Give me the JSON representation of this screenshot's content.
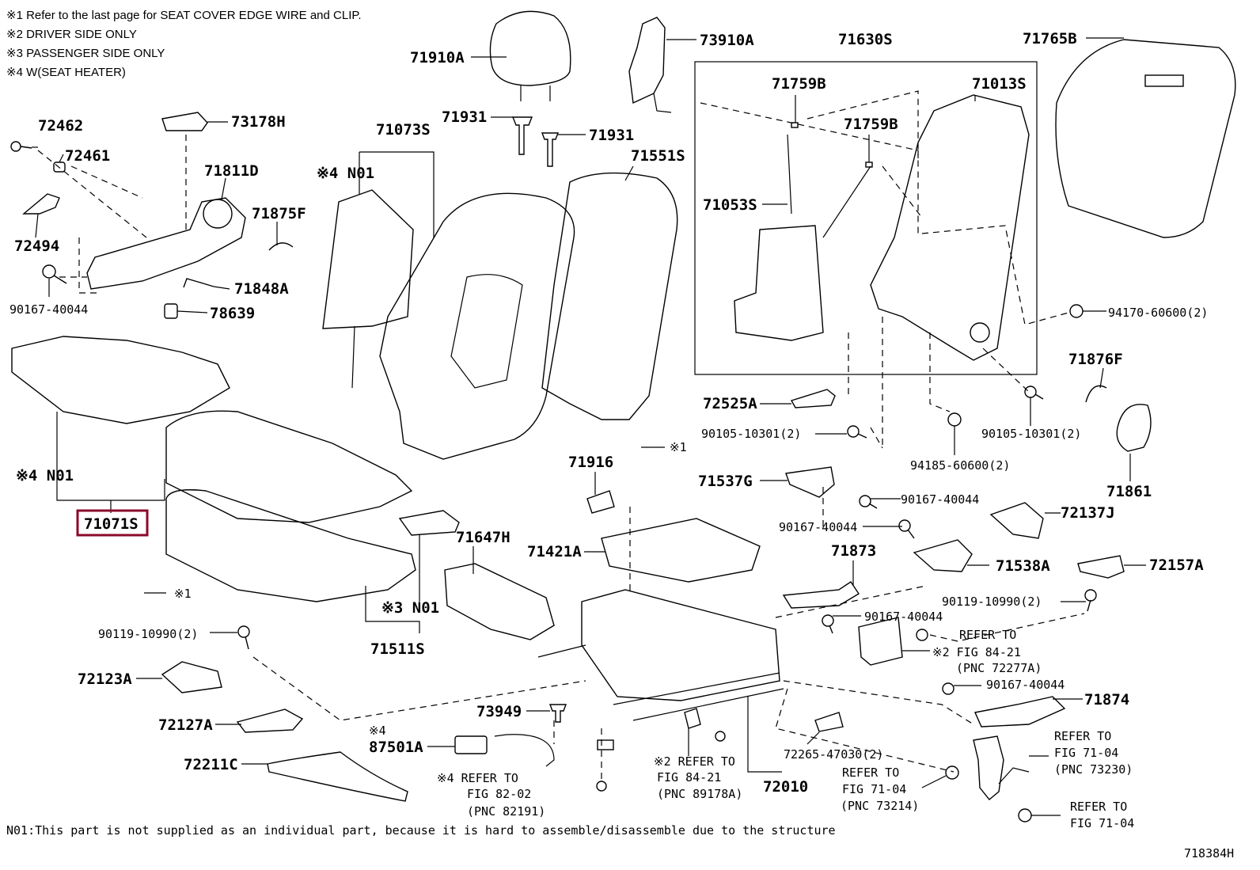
{
  "notes": [
    "※1  Refer to the last page for SEAT COVER EDGE WIRE and CLIP.",
    "※2  DRIVER SIDE ONLY",
    "※3  PASSENGER  SIDE ONLY",
    "※4  W(SEAT  HEATER)"
  ],
  "labels": {
    "p72462": "72462",
    "p72461": "72461",
    "p72494": "72494",
    "p90167a": "90167-40044",
    "p73178H": "73178H",
    "p71811D": "71811D",
    "p71875F": "71875F",
    "p71848A": "71848A",
    "p78639": "78639",
    "p71910A": "71910A",
    "p71931a": "71931",
    "p71931b": "71931",
    "p73910A": "73910A",
    "p71073S": "71073S",
    "n01a": "※4 N01",
    "p71551S": "71551S",
    "p71630S": "71630S",
    "p71759Ba": "71759B",
    "p71759Bb": "71759B",
    "p71013S": "71013S",
    "p71053S": "71053S",
    "p71765B": "71765B",
    "p94170": "94170-60600(2)",
    "p71876F": "71876F",
    "p72525A": "72525A",
    "p90105a": "90105-10301(2)",
    "p90105b": "90105-10301(2)",
    "p94185": "94185-60600(2)",
    "p71861": "71861",
    "ref1a": "※1",
    "n01b": "※4 N01",
    "p71071S": "71071S",
    "ref1b": "※1",
    "p71916": "71916",
    "p71537G": "71537G",
    "p90167b": "90167-40044",
    "p72137J": "72137J",
    "p90167c": "90167-40044",
    "p71647H": "71647H",
    "p71421A": "71421A",
    "p71873": "71873",
    "p71538A": "71538A",
    "p72157A": "72157A",
    "n01c": "※3 N01",
    "p71511S": "71511S",
    "p90119a": "90119-10990(2)",
    "p90167d": "90167-40044",
    "p90119b": "90119-10990(2)",
    "ref8421a_1": "REFER TO",
    "ref8421a_2": "※2 FIG 84-21",
    "ref8421a_3": "(PNC  72277A)",
    "p72123A": "72123A",
    "p90167e": "90167-40044",
    "p71874": "71874",
    "p73949": "73949",
    "p72127A": "72127A",
    "p87501A_a": "※4",
    "p87501A_b": "87501A",
    "ref8202_1": "※4 REFER TO",
    "ref8202_2": "FIG 82-02",
    "ref8202_3": "(PNC  82191)",
    "ref8421b_1": "※2 REFER TO",
    "ref8421b_2": "FIG 84-21",
    "ref8421b_3": "(PNC  89178A)",
    "p72265": "72265-47030(2)",
    "p72010": "72010",
    "ref7104a_1": "REFER TO",
    "ref7104a_2": "FIG 71-04",
    "ref7104a_3": "(PNC  73214)",
    "ref7104b_1": "REFER TO",
    "ref7104b_2": "FIG 71-04",
    "ref7104b_3": "(PNC  73230)",
    "ref7104c_1": "REFER TO",
    "ref7104c_2": "FIG 71-04",
    "p72211C": "72211C"
  },
  "footer": "N01:This part is not supplied as an individual part, because it is hard to assemble/disassemble due to the structure",
  "figure_id": "718384H",
  "highlight": "71071S",
  "colors": {
    "highlight": "#8b0a2a",
    "ink": "#000000"
  }
}
